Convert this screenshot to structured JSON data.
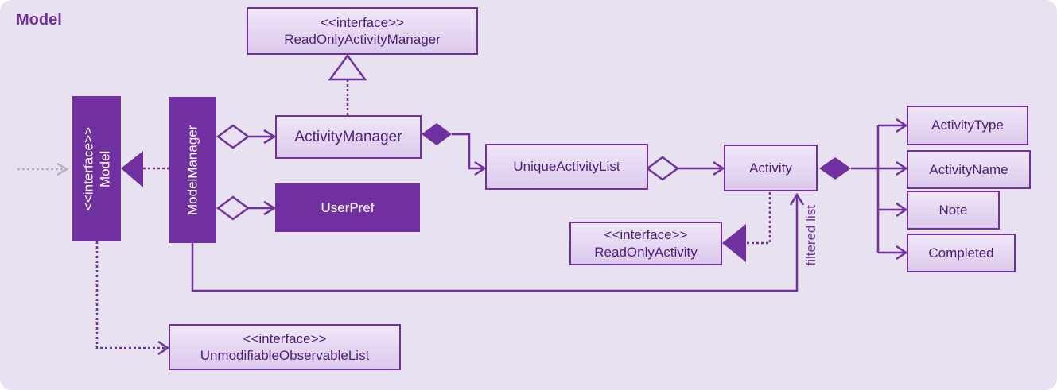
{
  "diagram": {
    "title": "Model",
    "boxes": {
      "read_only_activity_manager": {
        "stereotype": "<<interface>>",
        "name": "ReadOnlyActivityManager"
      },
      "model": {
        "stereotype": "<<interface>>",
        "name": "Model"
      },
      "model_manager": {
        "name": "ModelManager"
      },
      "activity_manager": {
        "name": "ActivityManager"
      },
      "user_pref": {
        "name": "UserPref"
      },
      "unique_activity_list": {
        "name": "UniqueActivityList"
      },
      "activity": {
        "name": "Activity"
      },
      "read_only_activity": {
        "stereotype": "<<interface>>",
        "name": "ReadOnlyActivity"
      },
      "unmodifiable_observable_list": {
        "stereotype": "<<interface>>",
        "name": "UnmodifiableObservableList"
      },
      "activity_type": {
        "name": "ActivityType"
      },
      "activity_name": {
        "name": "ActivityName"
      },
      "note": {
        "name": "Note"
      },
      "completed": {
        "name": "Completed"
      }
    },
    "labels": {
      "filtered_list": "filtered list"
    }
  },
  "colors": {
    "accent": "#7030a0",
    "background": "#e8e1f0",
    "box_fill_light": "#e6d9f2"
  }
}
